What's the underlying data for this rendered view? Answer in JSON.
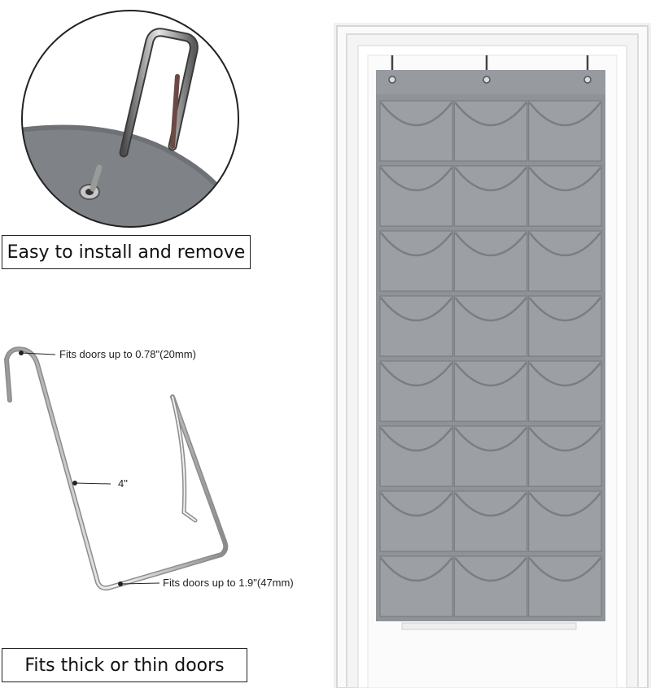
{
  "captions": {
    "install": "Easy to install and remove",
    "doors": "Fits thick or thin doors"
  },
  "callouts": {
    "thin_fit": "Fits doors up to 0.78\"(20mm)",
    "height": "4\"",
    "thick_fit": "Fits doors up to 1.9\"(47mm)"
  },
  "organizer": {
    "rows": 8,
    "columns": 3,
    "fabric_color": "#8f9397",
    "pocket_color": "#9ca0a4",
    "trim_color": "#7a7e82",
    "door_color": "#f7f7f7"
  },
  "icons": [
    "hook-icon",
    "grommet-icon"
  ]
}
